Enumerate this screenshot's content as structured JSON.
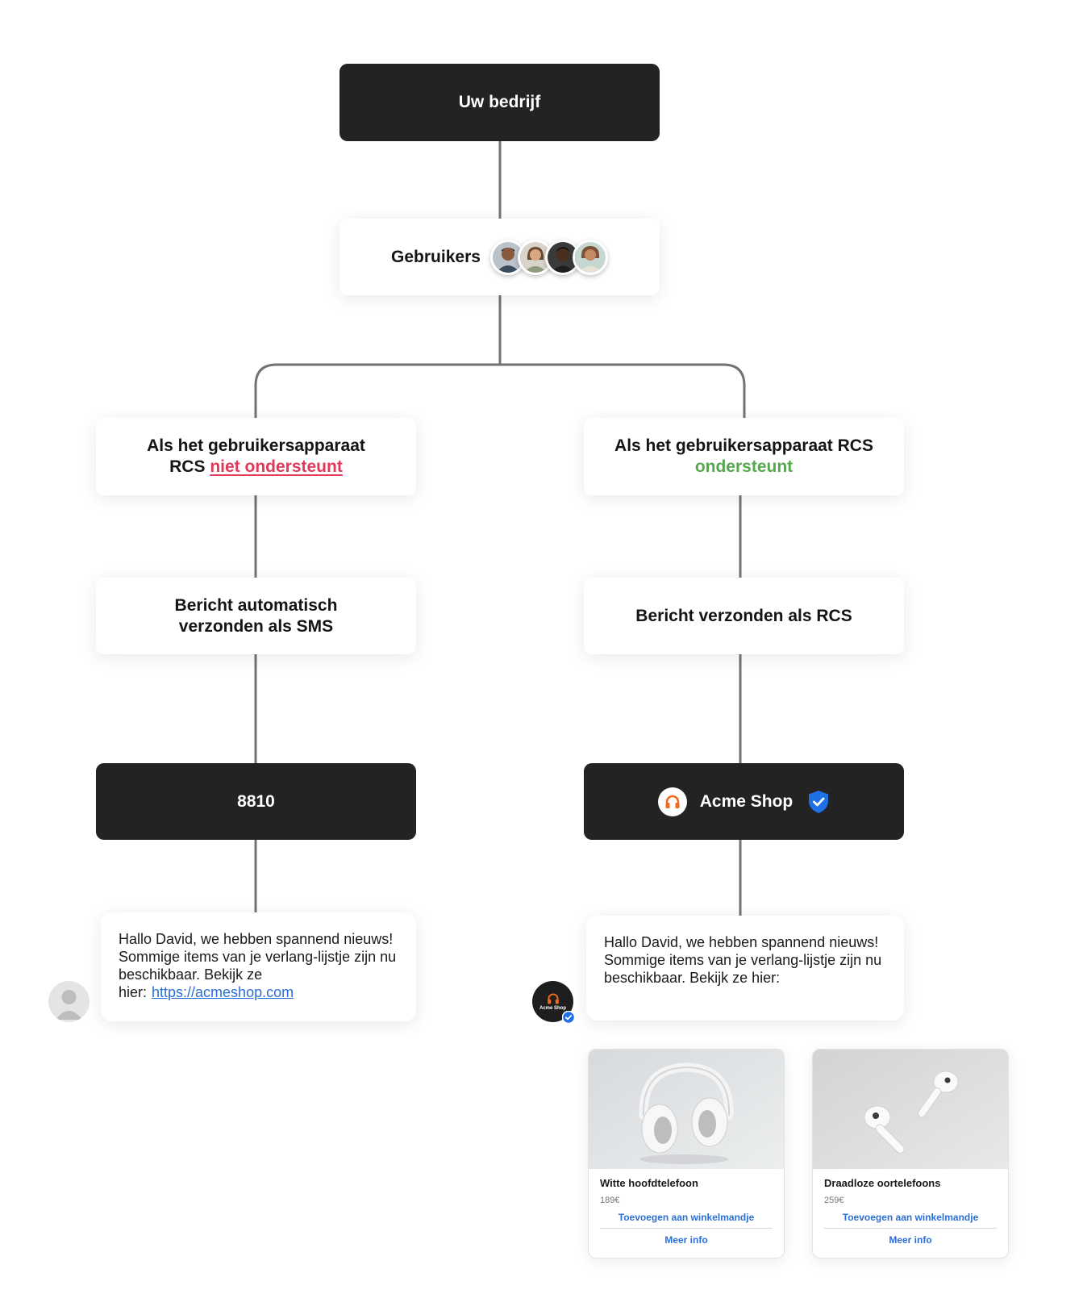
{
  "top_box": {
    "label": "Uw bedrijf"
  },
  "users_box": {
    "label": "Gebruikers",
    "avatars": [
      "user-avatar-1",
      "user-avatar-2",
      "user-avatar-3",
      "user-avatar-4"
    ]
  },
  "branch_left": {
    "condition_prefix": "Als het gebruikersapparaat",
    "condition_line2_prefix": "RCS",
    "condition_highlight": "niet ondersteunt",
    "step": "Bericht automatisch verzonden als SMS",
    "sender": "8810",
    "message_text": "Hallo David, we hebben spannend nieuws! Sommige items van je verlang-lijstje zijn nu beschikbaar. Bekijk ze hier:",
    "message_link": "https://acmeshop.com"
  },
  "branch_right": {
    "condition_prefix": "Als het gebruikersapparaat RCS",
    "condition_highlight": "ondersteunt",
    "step": "Bericht verzonden als RCS",
    "sender": "Acme Shop",
    "avatar_label": "Acme Shop",
    "message_text": "Hallo David, we hebben spannend nieuws! Sommige items van je verlang-lijstje zijn nu beschikbaar. Bekijk ze hier:"
  },
  "products": [
    {
      "name": "Witte hoofdtelefoon",
      "price": "189€",
      "add_label": "Toevoegen aan winkelmandje",
      "info_label": "Meer info"
    },
    {
      "name": "Draadloze oortelefoons",
      "price": "259€",
      "add_label": "Toevoegen aan winkelmandje",
      "info_label": "Meer info"
    }
  ],
  "colors": {
    "dark_box": "#232323",
    "connector": "#737373",
    "negative": "#e0395a",
    "positive": "#56a84f",
    "link": "#2b6fd6",
    "verified_badge": "#1f6fe5",
    "brand_icon": "#f26b1d"
  }
}
